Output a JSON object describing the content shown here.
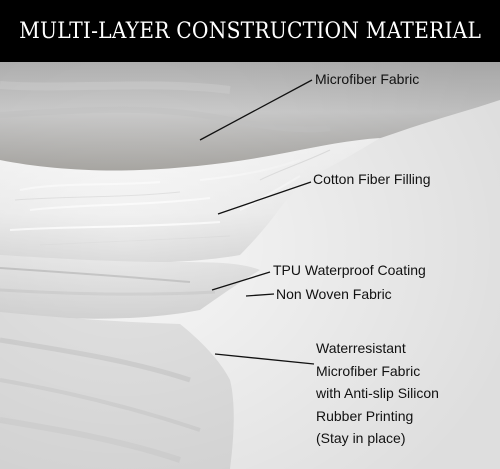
{
  "header": {
    "title": "MULTI-LAYER CONSTRUCTION MATERIAL"
  },
  "layers": {
    "microfiber_fabric": "Microfiber Fabric",
    "cotton_fiber_filling": "Cotton Fiber Filling",
    "tpu_coating": "TPU Waterproof Coating",
    "non_woven_fabric": "Non Woven Fabric",
    "bottom": {
      "line1": "Waterresistant",
      "line2": "Microfiber Fabric",
      "line3": "with Anti-slip Silicon",
      "line4": "Rubber Printing",
      "line5": "(Stay in place)"
    }
  },
  "colors": {
    "header_background": "#000000",
    "header_text": "#ffffff",
    "label_text": "#111111",
    "leader_line": "#111111"
  }
}
